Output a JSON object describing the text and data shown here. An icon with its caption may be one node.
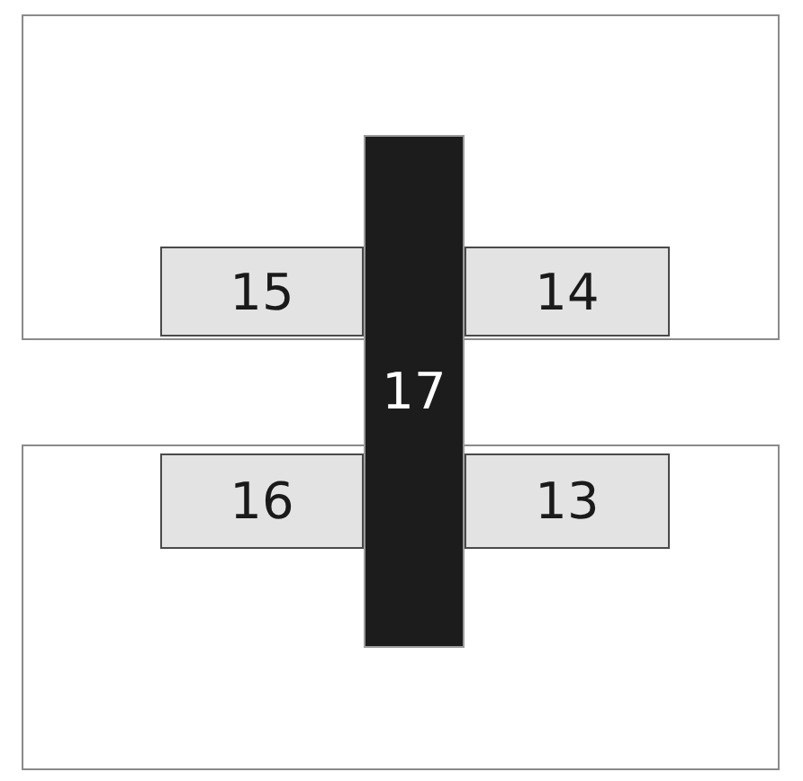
{
  "diagram": {
    "nodes": [
      {
        "text": [],
        "shape": "box"
      },
      {
        "text": [
          "15"
        ],
        "in": 0
      },
      {
        "text": [
          "14"
        ],
        "in": 0
      },
      {
        "text": [
          "17"
        ]
      },
      {
        "text": [],
        "shape": "box"
      },
      {
        "text": [
          "16"
        ],
        "in": 4
      },
      {
        "text": [
          "13"
        ],
        "in": 4
      }
    ]
  }
}
